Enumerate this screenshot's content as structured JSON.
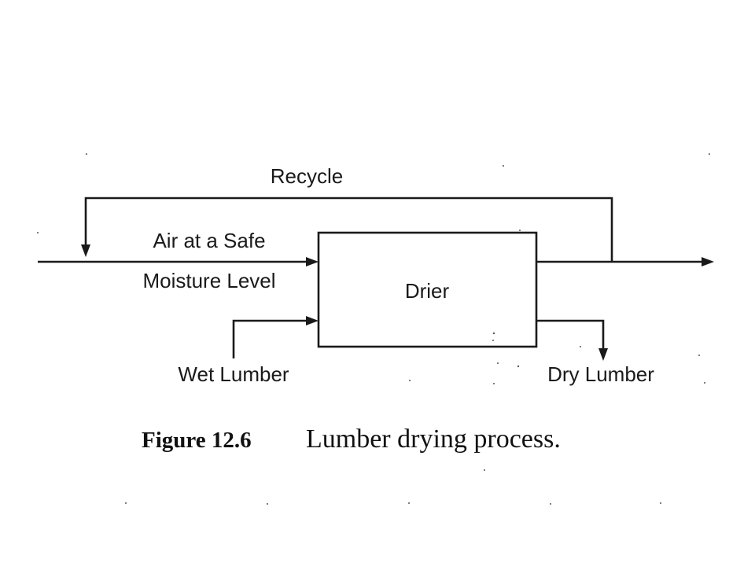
{
  "labels": {
    "recycle": "Recycle",
    "air_line1": "Air at a Safe",
    "air_line2": "Moisture Level",
    "drier": "Drier",
    "wet_lumber": "Wet Lumber",
    "dry_lumber": "Dry Lumber"
  },
  "caption": {
    "number": "Figure 12.6",
    "text": "Lumber drying process."
  },
  "colors": {
    "ink": "#1a1a1a",
    "background": "#ffffff"
  }
}
